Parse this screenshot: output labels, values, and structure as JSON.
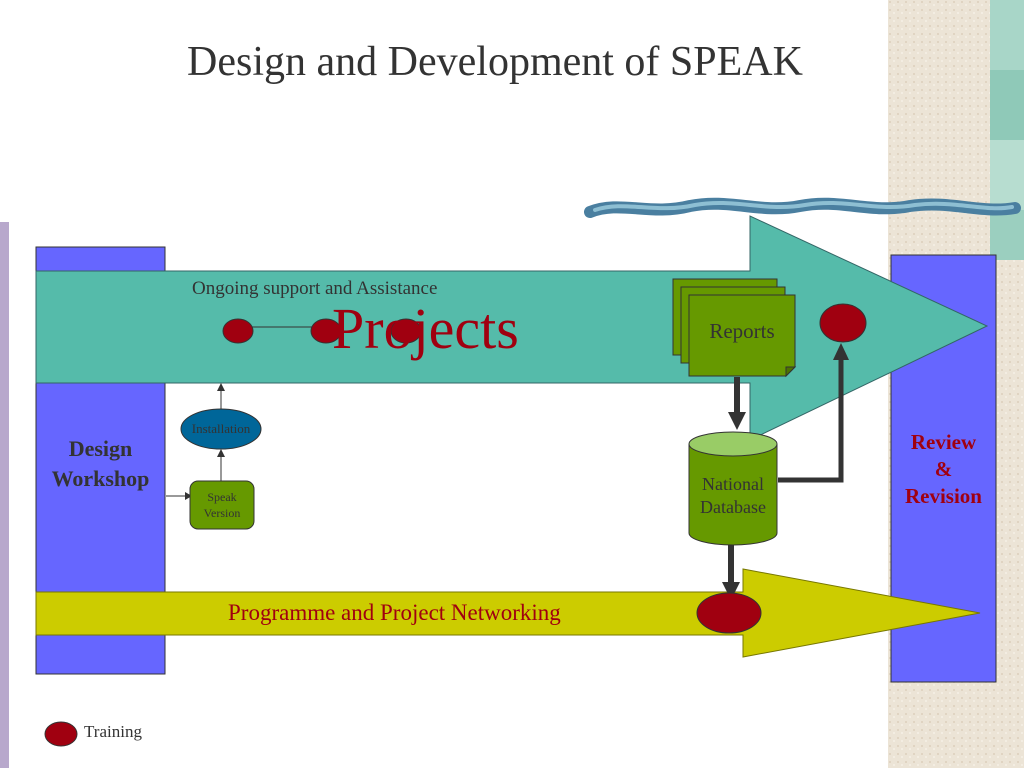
{
  "slide": {
    "title": "Design and Development of SPEAK"
  },
  "diagram": {
    "design_workshop": [
      "Design",
      "Workshop"
    ],
    "review_revision": [
      "Review",
      "&",
      "Revision"
    ],
    "ongoing_support": "Ongoing support and Assistance",
    "projects": "Projects",
    "installation": "Installation",
    "speak_version": [
      "Speak",
      "Version"
    ],
    "reports": "Reports",
    "national_database": [
      "National",
      "Database"
    ],
    "programme_networking": "Programme and Project Networking"
  },
  "legend": {
    "training_label": "Training"
  },
  "colors": {
    "column_blue": "#6666FF",
    "teal_arrow": "#55BBAA",
    "yellow_arrow": "#CCCC00",
    "training_dot": "#A00010",
    "green_box": "#669900",
    "installation_blue": "#006699",
    "title_text": "#333333",
    "accent_red_text": "#A00010",
    "background_texture": "#EAE0D0",
    "stripe_teal": "#99CCBB"
  }
}
